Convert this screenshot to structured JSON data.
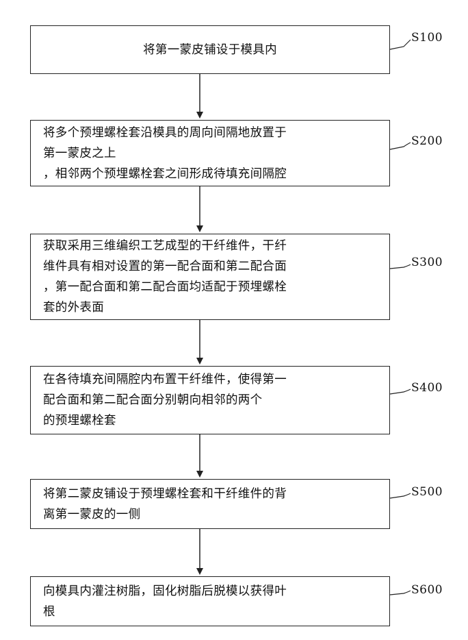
{
  "steps": [
    {
      "id": "S100",
      "text": "将第一蒙皮铺设于模具内"
    },
    {
      "id": "S200",
      "text": "将多个预埋螺栓套沿模具的周向间隔地放置于\n第一蒙皮之上\n，相邻两个预埋螺栓套之间形成待填充间隔腔"
    },
    {
      "id": "S300",
      "text": "获取采用三维编织工艺成型的干纤维件，干纤\n维件具有相对设置的第一配合面和第二配合面\n，第一配合面和第二配合面均适配于预埋螺栓\n套的外表面"
    },
    {
      "id": "S400",
      "text": "在各待填充间隔腔内布置干纤维件，使得第一\n配合面和第二配合面分别朝向相邻的两个\n的预埋螺栓套"
    },
    {
      "id": "S500",
      "text": "将第二蒙皮铺设于预埋螺栓套和干纤维件的背\n离第一蒙皮的一侧"
    },
    {
      "id": "S600",
      "text": "向模具内灌注树脂，固化树脂后脱模以获得叶\n根"
    }
  ],
  "colors": {
    "stroke": "#222222",
    "text": "#111111"
  }
}
